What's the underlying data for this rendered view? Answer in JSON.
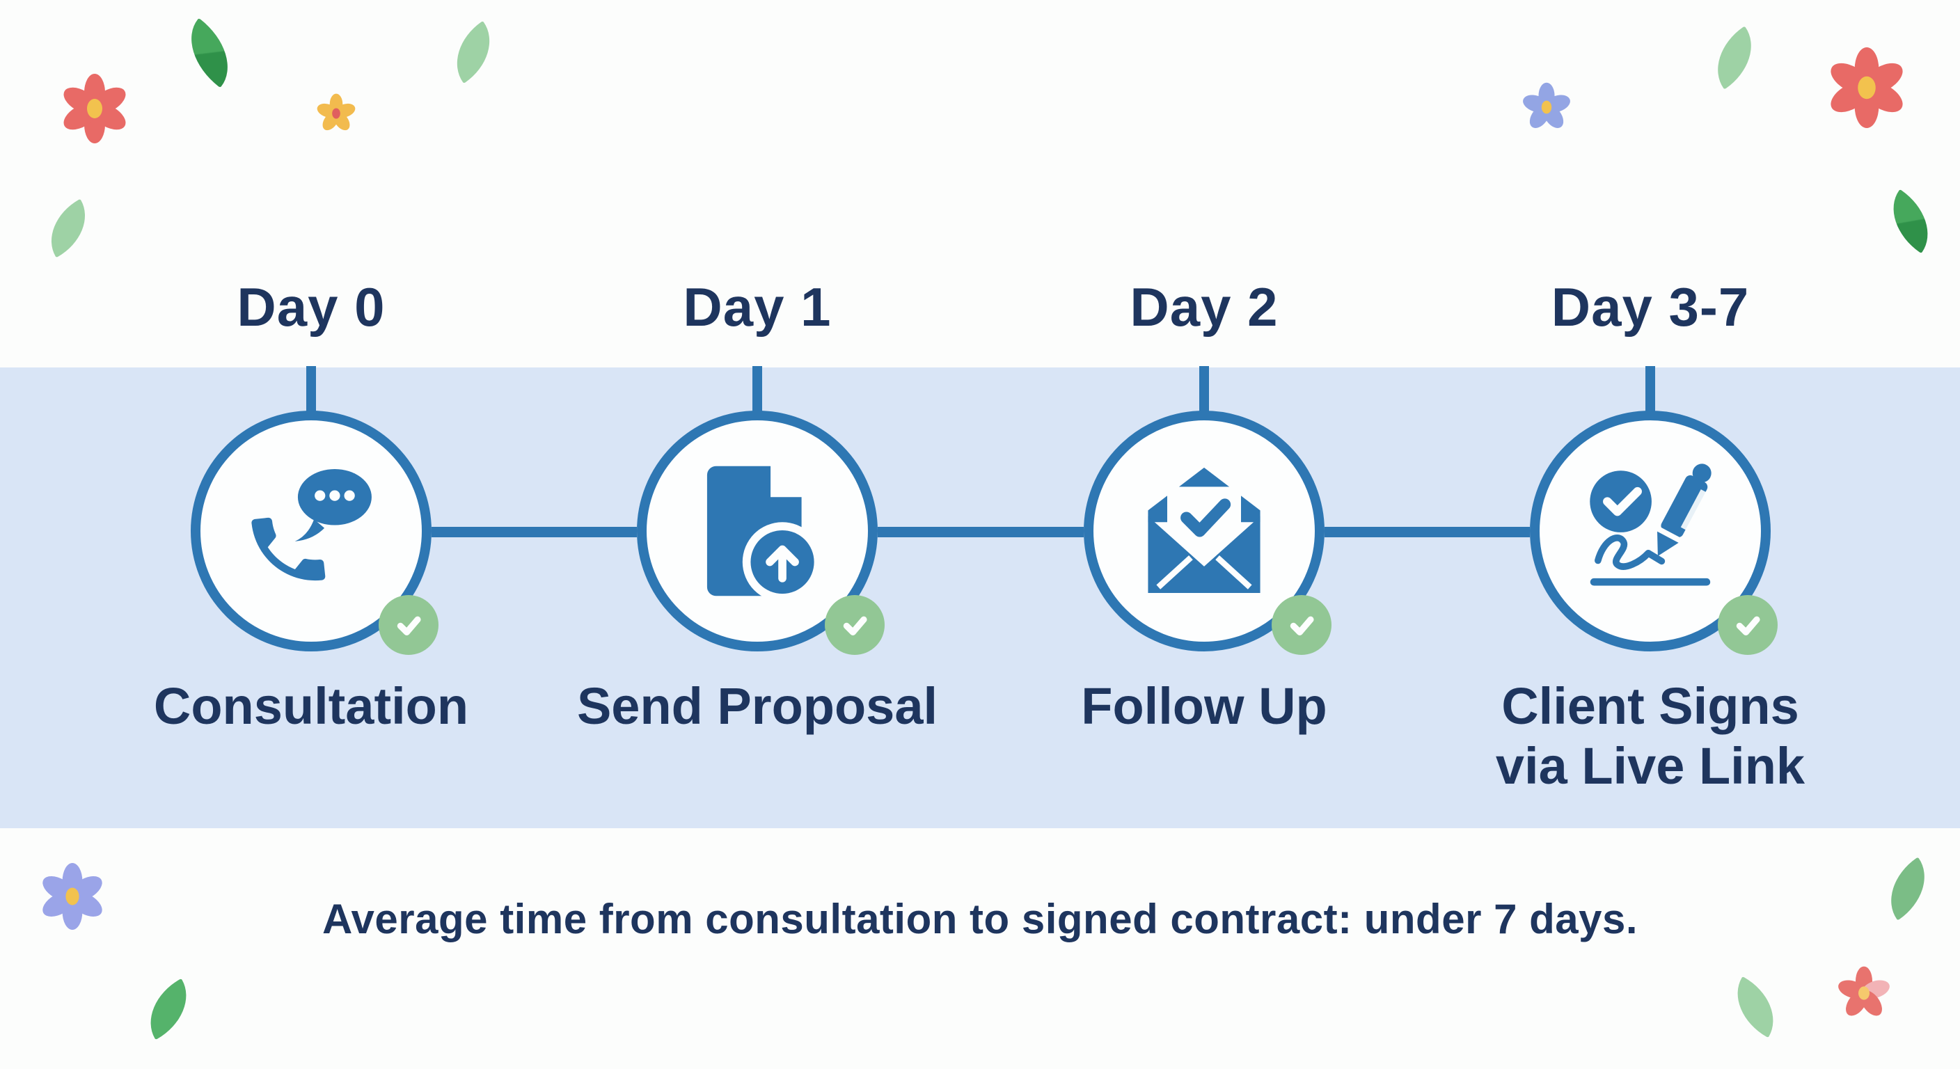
{
  "timeline": {
    "steps": [
      {
        "day": "Day 0",
        "label": "Consultation",
        "icon": "phone-chat-icon"
      },
      {
        "day": "Day 1",
        "label": "Send Proposal",
        "icon": "document-upload-icon"
      },
      {
        "day": "Day 2",
        "label": "Follow Up",
        "icon": "envelope-check-icon"
      },
      {
        "day": "Day 3-7",
        "label": "Client Signs via Live Link",
        "label_line1": "Client Signs",
        "label_line2": "via Live Link",
        "icon": "signature-pen-icon"
      }
    ],
    "badge_icon": "check-icon",
    "caption": "Average time from consultation to signed contract: under 7 days."
  },
  "colors": {
    "background": "#fcfdfc",
    "band": "#d9e5f6",
    "primary_blue": "#2e77b3",
    "navy_text": "#1e355e",
    "badge_green": "#92c795",
    "leaf_dark": "#2f9149",
    "leaf_light": "#9ed2a5",
    "leaf_medium": "#5bb56e",
    "flower_red": "#e86a66",
    "flower_yellow": "#f2bb4e",
    "flower_periwinkle": "#93a5e4",
    "flower_purple": "#9aa4e8",
    "flower_center_yellow": "#f2c24e"
  },
  "decorations": [
    {
      "type": "flower",
      "color": "red",
      "position": "top-left"
    },
    {
      "type": "leaf",
      "color": "dark-green",
      "position": "top-left"
    },
    {
      "type": "flower",
      "color": "yellow",
      "position": "top-left"
    },
    {
      "type": "leaf",
      "color": "light-green",
      "position": "top-left"
    },
    {
      "type": "leaf",
      "color": "light-green",
      "position": "left"
    },
    {
      "type": "flower",
      "color": "periwinkle",
      "position": "top-right"
    },
    {
      "type": "leaf",
      "color": "light-green",
      "position": "top-right"
    },
    {
      "type": "flower",
      "color": "red",
      "position": "top-right"
    },
    {
      "type": "leaf",
      "color": "dark-green",
      "position": "right"
    },
    {
      "type": "flower",
      "color": "purple",
      "position": "bottom-left"
    },
    {
      "type": "leaf",
      "color": "medium-green",
      "position": "bottom-left"
    },
    {
      "type": "leaf",
      "color": "medium-green",
      "position": "bottom-right"
    },
    {
      "type": "leaf",
      "color": "light-green",
      "position": "bottom-right"
    },
    {
      "type": "flower",
      "color": "pink-red",
      "position": "bottom-right"
    }
  ]
}
